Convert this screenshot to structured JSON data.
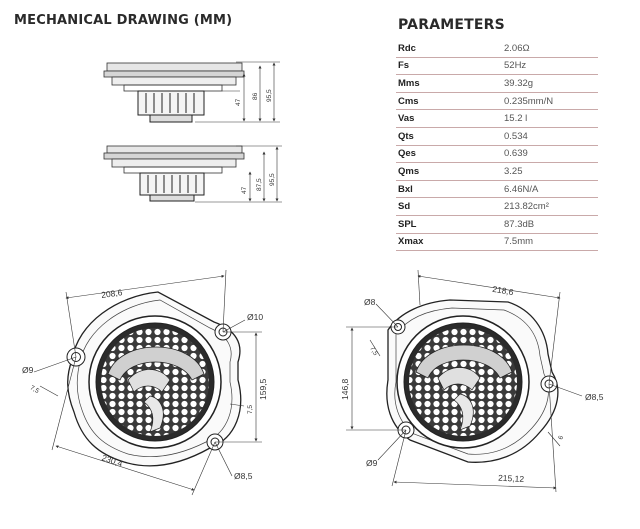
{
  "mechanical_drawing": {
    "title": "MECHANICAL DRAWING (MM)",
    "side_views": {
      "top": {
        "dims": [
          "47",
          "86",
          "95,5"
        ]
      },
      "bottom": {
        "dims": [
          "47",
          "87,5",
          "95,5"
        ]
      }
    },
    "left_front": {
      "dims": {
        "width": "208,6",
        "hole_top": "Ø10",
        "hole_left": "Ø9",
        "hole_bottom": "Ø8,5",
        "height": "159,5",
        "small_left": "7,5",
        "diag": "230,4",
        "small_right": "7,5"
      }
    },
    "right_front": {
      "dims": {
        "width": "218,6",
        "hole_top": "Ø8",
        "hole_right": "Ø8,5",
        "hole_bottom": "Ø9",
        "height": "146,8",
        "diag": "215,12",
        "small_a": "7,5",
        "small_b": "6"
      }
    }
  },
  "parameters": {
    "title": "PARAMETERS",
    "rows": [
      {
        "name": "Rdc",
        "value": "2.06Ω"
      },
      {
        "name": "Fs",
        "value": "52Hz"
      },
      {
        "name": "Mms",
        "value": "39.32g"
      },
      {
        "name": "Cms",
        "value": "0.235mm/N"
      },
      {
        "name": "Vas",
        "value": "15.2 l"
      },
      {
        "name": "Qts",
        "value": "0.534"
      },
      {
        "name": "Qes",
        "value": "0.639"
      },
      {
        "name": "Qms",
        "value": "3.25"
      },
      {
        "name": "Bxl",
        "value": "6.46N/A"
      },
      {
        "name": "Sd",
        "value": "213.82cm²"
      },
      {
        "name": "SPL",
        "value": "87.3dB"
      },
      {
        "name": "Xmax",
        "value": "7.5mm"
      }
    ]
  }
}
